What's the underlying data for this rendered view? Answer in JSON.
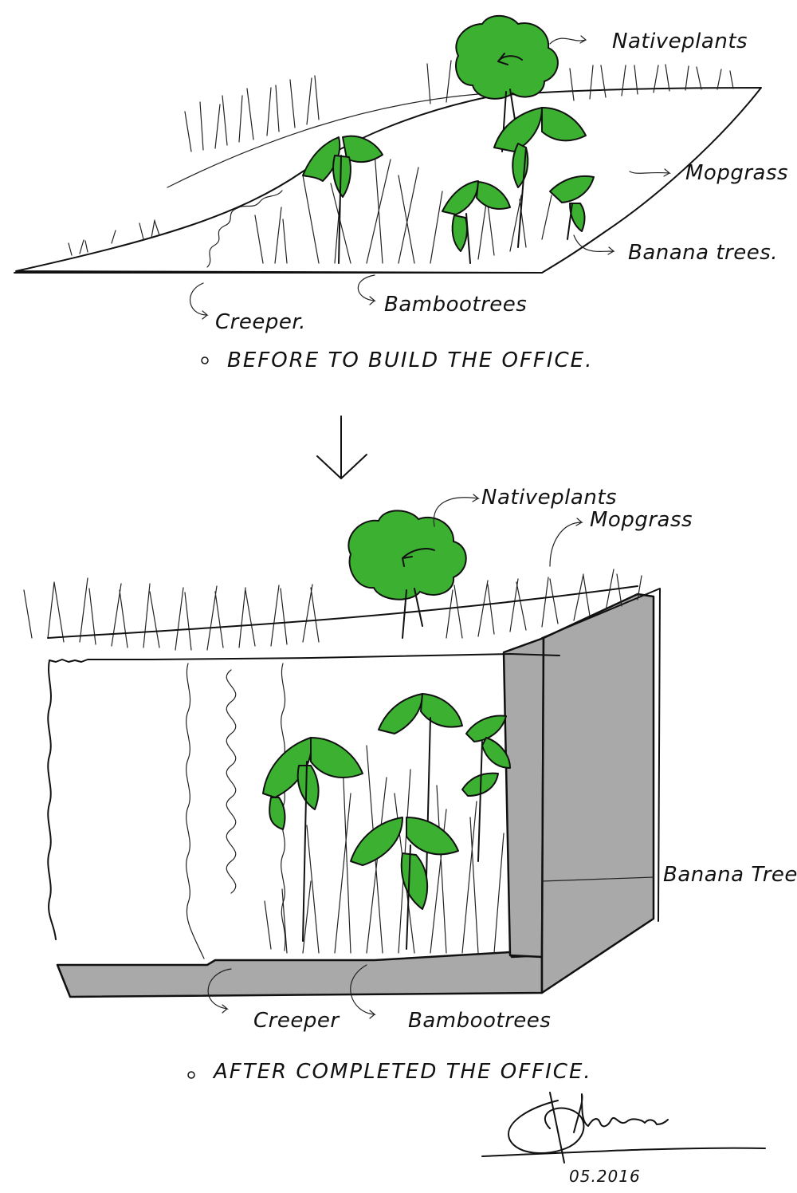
{
  "colors": {
    "foliage": "#3cb031",
    "concrete": "#a9a9a9",
    "ink": "#111111",
    "paper": "#ffffff"
  },
  "before_scene": {
    "labels": {
      "native_plants": "Nativeplants",
      "mop_grass": "Mopgrass",
      "banana_trees": "Banana trees.",
      "creeper": "Creeper.",
      "bamboo_trees": "Bambootrees"
    },
    "caption": "BEFORE TO BUILD THE OFFICE."
  },
  "transition_arrow": "down-arrow",
  "after_scene": {
    "labels": {
      "native_plants": "Nativeplants",
      "mop_grass": "Mopgrass",
      "banana_trees": "Banana Trees",
      "creeper": "Creeper",
      "bamboo_trees": "Bambootrees"
    },
    "caption": "AFTER COMPLETED THE OFFICE."
  },
  "signature": {
    "date": "05.2016"
  }
}
